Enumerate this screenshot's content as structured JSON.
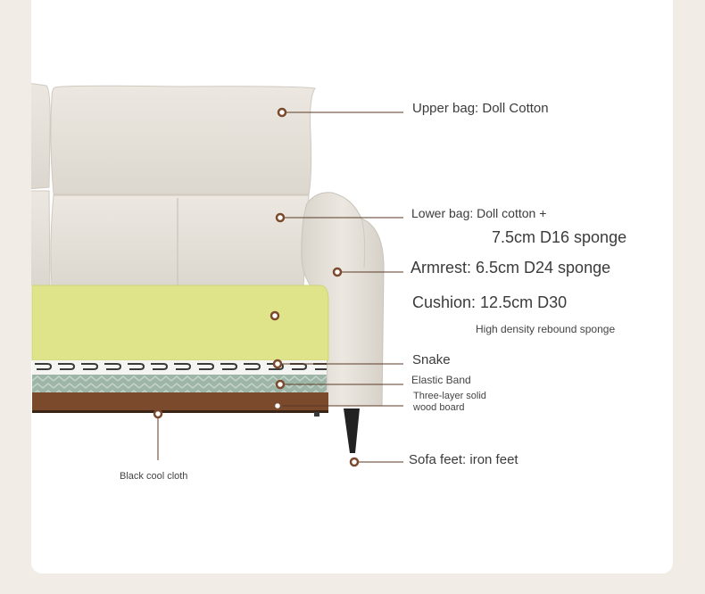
{
  "labels": {
    "upper_bag": "Upper bag: Doll Cotton",
    "lower_bag_1": "Lower bag: Doll cotton +",
    "lower_bag_2": "7.5cm D16 sponge",
    "armrest": "Armrest: 6.5cm D24 sponge",
    "cushion": "Cushion: 12.5cm D30",
    "cushion_note": "High density rebound sponge",
    "snake": "Snake",
    "elastic_band": "Elastic Band",
    "wood_board_1": "Three-layer solid",
    "wood_board_2": "wood board",
    "sofa_feet": "Sofa feet: iron feet",
    "black_cloth": "Black cool cloth"
  },
  "colors": {
    "page_bg": "#f1ede6",
    "card_bg": "#ffffff",
    "leather": "#e8e4dc",
    "cushion_foam": "#dfe38a",
    "elastic_band": "#9cb5a7",
    "wood": "#7b4a2c",
    "marker_ring": "#7b4a2c",
    "leader_line": "#5a3a26"
  }
}
